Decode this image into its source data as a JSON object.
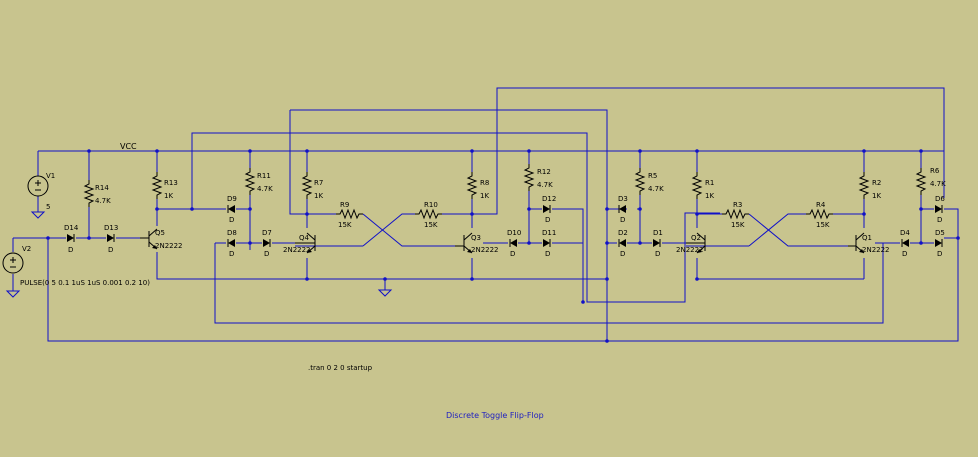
{
  "labels": {
    "vcc": "VCC",
    "v1": "V1",
    "v1_val": "5",
    "v2": "V2",
    "v2_val": "PULSE(0 5 0.1 1uS 1uS 0.001 0.2 10)",
    "r14": "R14",
    "r14_val": "4.7K",
    "r13": "R13",
    "r13_val": "1K",
    "r11": "R11",
    "r11_val": "4.7K",
    "r7": "R7",
    "r7_val": "1K",
    "r9": "R9",
    "r9_val": "15K",
    "r10": "R10",
    "r10_val": "15K",
    "r8": "R8",
    "r8_val": "1K",
    "r12": "R12",
    "r12_val": "4.7K",
    "r5": "R5",
    "r5_val": "4.7K",
    "r1": "R1",
    "r1_val": "1K",
    "r3": "R3",
    "r3_val": "15K",
    "r4": "R4",
    "r4_val": "15K",
    "r2": "R2",
    "r2_val": "1K",
    "r6": "R6",
    "r6_val": "4.7K",
    "q5": "Q5",
    "q5_val": "2N2222",
    "q4": "Q4",
    "q4_val": "2N2222",
    "q3": "Q3",
    "q3_val": "2N2222",
    "q2": "Q2",
    "q2_val": "2N2222",
    "q1": "Q1",
    "q1_val": "2N2222",
    "d14": "D14",
    "d13": "D13",
    "d9": "D9",
    "d8": "D8",
    "d7": "D7",
    "d12": "D12",
    "d10": "D10",
    "d11": "D11",
    "d3": "D3",
    "d2": "D2",
    "d1": "D1",
    "d4": "D4",
    "d5": "D5",
    "d6": "D6",
    "d_val": "D",
    "tran": ".tran 0 2 0 startup",
    "title": "Discrete Toggle Flip-Flop"
  },
  "colors": {
    "background": "#c8c48e",
    "wire": "#1010c8",
    "component": "#000000",
    "title": "#2020c0"
  }
}
